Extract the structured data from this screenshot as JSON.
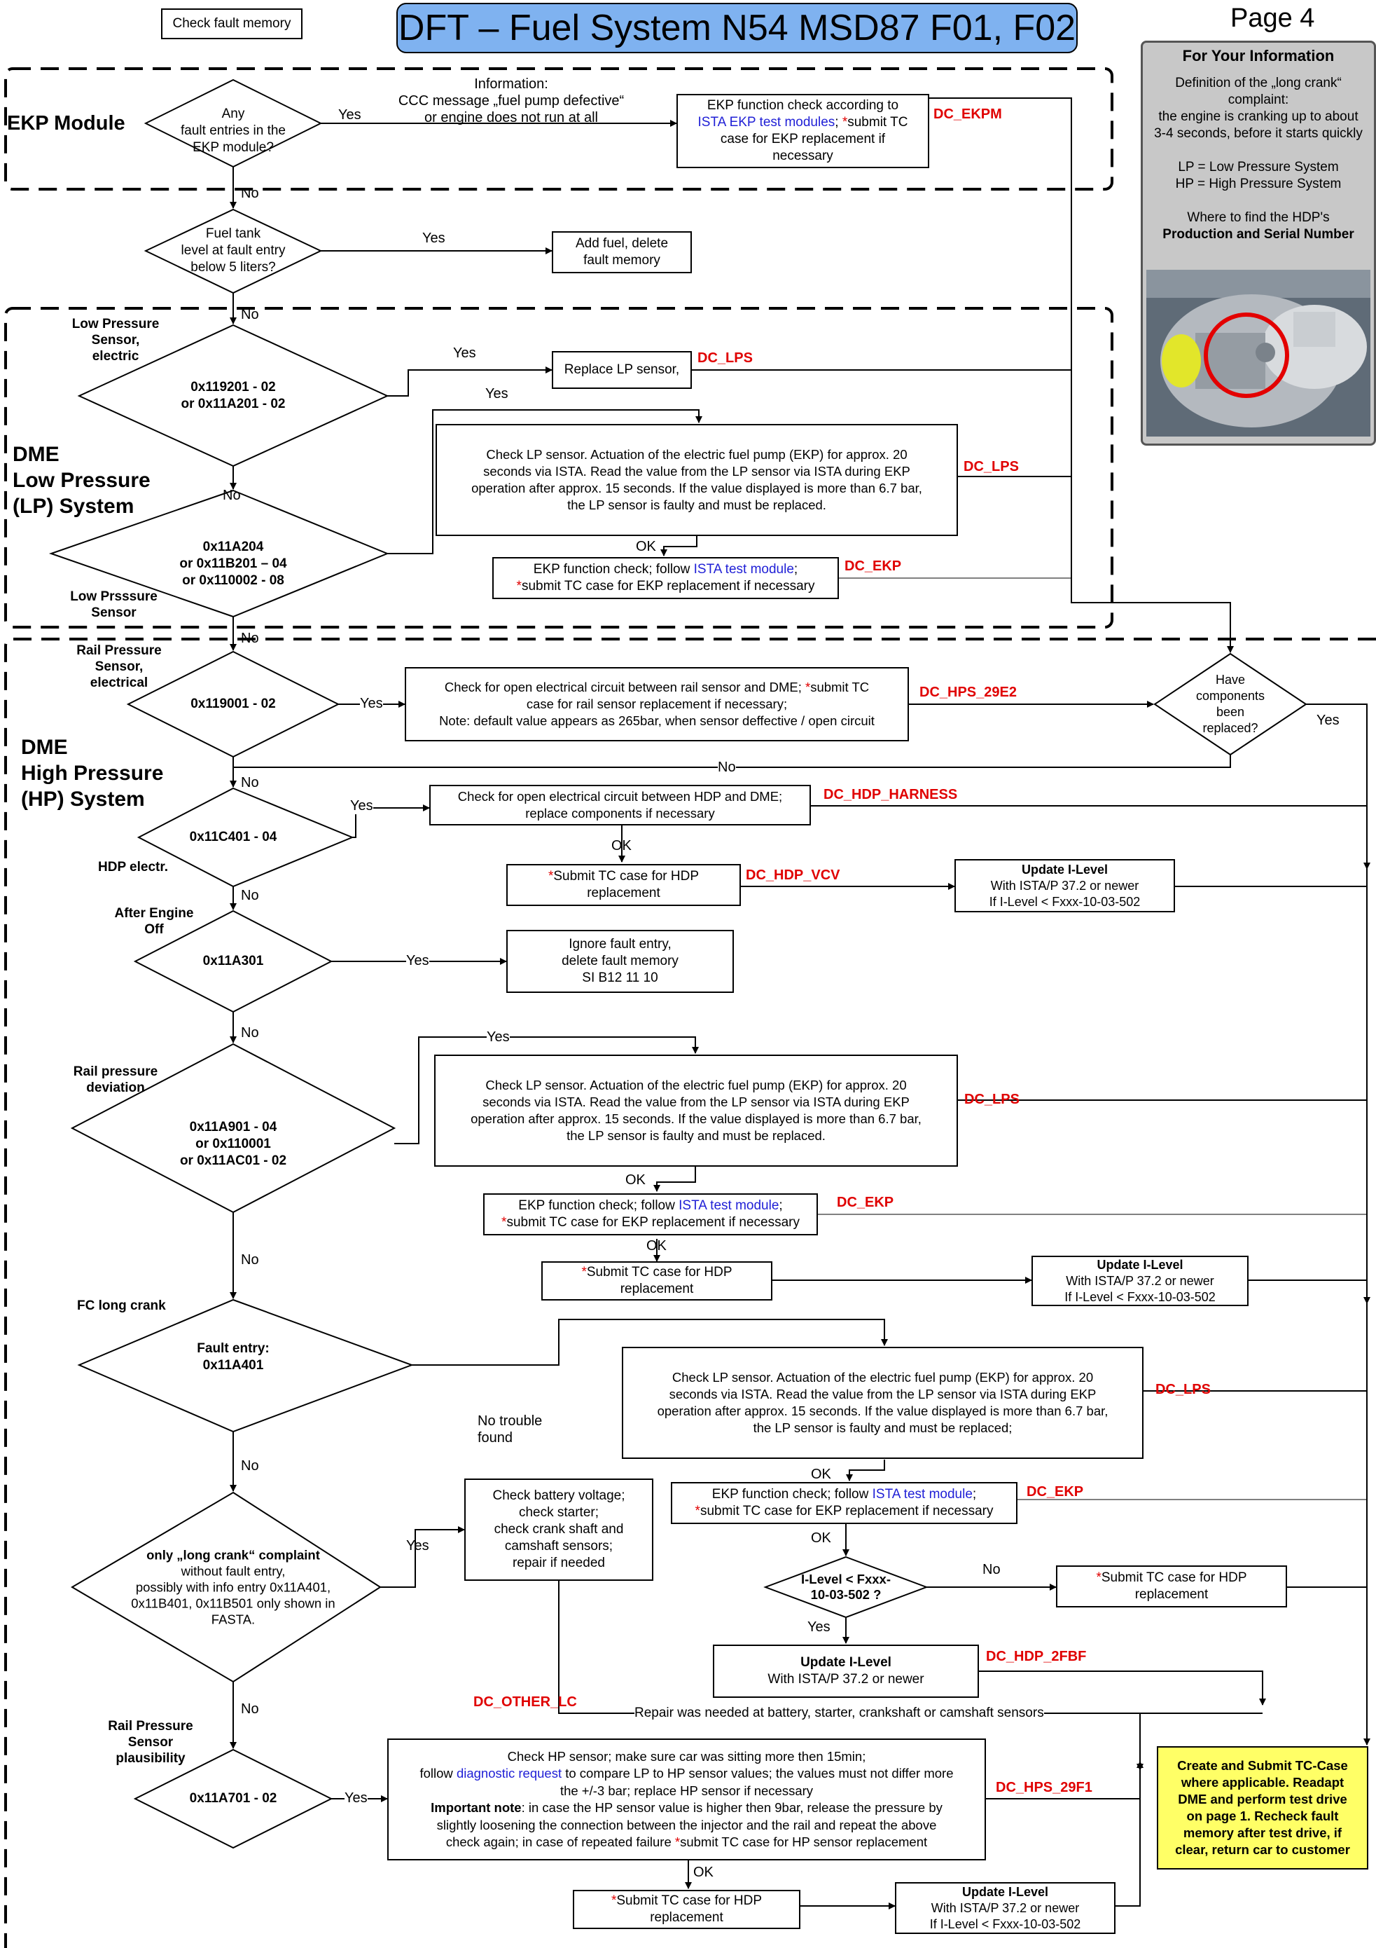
{
  "header": {
    "start_box": "Check fault memory",
    "title": "DFT – Fuel System N54 MSD87 F01, F02",
    "page": "Page 4"
  },
  "info_panel": {
    "heading": "For Your Information",
    "line1": "Definition of the „long crank“",
    "line2": "complaint:",
    "line3": "the engine is cranking up to about",
    "line4": "3-4 seconds, before it starts quickly",
    "lp": "LP = Low Pressure System",
    "hp": "HP = High Pressure System",
    "where": "Where to find the HDP's",
    "where_bold": "Production and Serial Number"
  },
  "sections": {
    "ekp": "EKP Module",
    "lp": [
      "DME",
      "Low Pressure",
      "(LP) System"
    ],
    "hp": [
      "DME",
      "High Pressure",
      "(HP) System"
    ]
  },
  "ekp": {
    "decision": [
      "Any",
      "fault entries in the",
      "EKP module?"
    ],
    "info": [
      "Information:",
      "CCC message „fuel pump defective“",
      "or engine does not run at all"
    ],
    "yes": "Yes",
    "no": "No",
    "action_1": "EKP function check according to",
    "action_link": "ISTA EKP test modules",
    "action_2": "; ",
    "action_star": "*",
    "action_3": "submit TC",
    "action_4": "case for EKP replacement if",
    "action_5": "necessary",
    "code": "DC_EKPM"
  },
  "tank": {
    "decision": [
      "Fuel tank",
      "level at fault entry",
      "below 5 liters?"
    ],
    "yes": "Yes",
    "no": "No",
    "action": [
      "Add fuel, delete",
      "fault memory"
    ]
  },
  "lp_sensor": {
    "label": [
      "Low Pressure",
      "Sensor,",
      "electric"
    ],
    "decision": [
      "0x119201 - 02",
      "or 0x11A201 - 02"
    ],
    "yes": "Yes",
    "action": "Replace LP sensor,",
    "code": "DC_LPS",
    "no": "No"
  },
  "lp_check": {
    "yes": "Yes",
    "text": [
      "Check LP sensor. Actuation of the electric fuel pump (EKP) for approx. 20",
      "seconds via ISTA. Read the value from the LP sensor via ISTA during EKP",
      "operation after approx. 15 seconds. If the value displayed is more than 6.7 bar,",
      "the LP sensor is faulty and must be replaced."
    ],
    "code": "DC_LPS",
    "ok": "OK",
    "ekp_1": "EKP function check; follow ",
    "ekp_link": "ISTA test module",
    "ekp_2": ";",
    "ekp_star": "*",
    "ekp_3": "submit TC case for EKP replacement if necessary",
    "ekp_code": "DC_EKP",
    "decision": [
      "0x11A204",
      "or 0x11B201 – 04",
      "or 0x110002 - 08"
    ],
    "label": [
      "Low Prsssure",
      "Sensor"
    ],
    "no": "No"
  },
  "rail_sensor": {
    "label": [
      "Rail Pressure",
      "Sensor,",
      "electrical"
    ],
    "decision": "0x119001 - 02",
    "yes": "Yes",
    "text_1": "Check for open electrical circuit between rail sensor and DME; ",
    "text_star": "*",
    "text_2": "submit TC",
    "text_3": "case for rail sensor replacement if necessary;",
    "text_4": "Note: default value appears as 265bar, when sensor deffective / open circuit",
    "code": "DC_HPS_29E2",
    "no": "No",
    "no2": "No"
  },
  "replaced": {
    "decision": [
      "Have",
      "components",
      "been",
      "replaced?"
    ],
    "yes": "Yes"
  },
  "hdp_elec": {
    "decision": "0x11C401 - 04",
    "label": "HDP electr.",
    "yes": "Yes",
    "text": [
      "Check for open electrical circuit between HDP and DME;",
      "replace components if necessary"
    ],
    "code": "DC_HDP_HARNESS",
    "ok": "OK",
    "tc_star": "*",
    "tc": [
      "Submit TC case for HDP",
      "replacement"
    ],
    "tc_code": "DC_HDP_VCV",
    "update": [
      "Update I-Level",
      "With ISTA/P 37.2 or newer",
      "If I-Level < Fxxx-10-03-502"
    ],
    "no": "No"
  },
  "after_off": {
    "label": [
      "After Engine",
      "Off"
    ],
    "decision": "0x11A301",
    "yes": "Yes",
    "text": [
      "Ignore fault entry,",
      "delete fault memory",
      "SI B12 11 10"
    ],
    "no": "No"
  },
  "rail_dev": {
    "label": [
      "Rail pressure",
      "deviation"
    ],
    "decision": [
      "0x11A901 - 04",
      "or 0x110001",
      "or 0x11AC01 - 02"
    ],
    "yes": "Yes",
    "text": [
      "Check LP sensor. Actuation of the electric fuel pump (EKP) for approx. 20",
      "seconds via ISTA. Read the value from the LP sensor via ISTA during EKP",
      "operation after approx. 15 seconds. If the value displayed is more than 6.7 bar,",
      "the LP sensor is faulty and must be replaced."
    ],
    "code": "DC_LPS",
    "ok": "OK",
    "ekp_1": "EKP function check; follow ",
    "ekp_link": "ISTA test module",
    "ekp_2": ";",
    "ekp_star": "*",
    "ekp_3": "submit TC case for EKP replacement if necessary",
    "ekp_code": "DC_EKP",
    "ok2": "OK",
    "tc_star": "*",
    "tc": [
      "Submit TC case for HDP",
      "replacement"
    ],
    "update": [
      "Update I-Level",
      "With ISTA/P 37.2 or newer",
      "If I-Level < Fxxx-10-03-502"
    ],
    "no": "No"
  },
  "long_crank": {
    "label": "FC long crank",
    "decision": [
      "Fault entry:",
      "0x11A401"
    ],
    "no_trouble": [
      "No trouble",
      "found"
    ],
    "text": [
      "Check LP sensor. Actuation of the electric fuel pump (EKP) for approx. 20",
      "seconds via ISTA. Read the value from the LP sensor via ISTA during EKP",
      "operation after approx. 15 seconds. If the value displayed is more than 6.7 bar,",
      "the LP sensor is faulty and must be replaced;"
    ],
    "code": "DC_LPS",
    "ok": "OK",
    "ekp_1": "EKP function check; follow ",
    "ekp_link": "ISTA test module",
    "ekp_2": ";",
    "ekp_star": "*",
    "ekp_3": "submit TC case for EKP replacement if necessary",
    "ekp_code": "DC_EKP",
    "ok2": "OK",
    "ilevel": [
      "I-Level < Fxxx-",
      "10-03-502 ?"
    ],
    "no_branch": "No",
    "tc_star": "*",
    "tc": [
      "Submit TC case for HDP",
      "replacement"
    ],
    "yes_branch": "Yes",
    "update": [
      "Update I-Level",
      "With ISTA/P 37.2 or newer"
    ],
    "update_code": "DC_HDP_2FBF",
    "no": "No"
  },
  "only_long_crank": {
    "decision_bold": "only „long crank“ complaint",
    "decision": [
      "without fault entry,",
      "possibly with info entry 0x11A401,",
      "0x11B401, 0x11B501 only shown in",
      "FASTA."
    ],
    "yes": "Yes",
    "battery": [
      "Check battery voltage;",
      "check starter;",
      "check crank shaft and",
      "camshaft sensors;",
      "repair if needed"
    ],
    "other_code": "DC_OTHER_LC",
    "repair_note": "Repair was needed at battery, starter, crankshaft or camshaft sensors",
    "no": "No"
  },
  "rail_plaus": {
    "label": [
      "Rail Pressure",
      "Sensor",
      "plausibility"
    ],
    "decision": "0x11A701 - 02",
    "yes": "Yes",
    "line1": "Check HP sensor; make sure car was sitting more then 15min;",
    "line2a": "follow ",
    "line2_link": "diagnostic request",
    "line2b": " to compare LP to HP sensor values; the values must not differ more",
    "line3": "the +/-3 bar; replace HP sensor if necessary",
    "line4_bold": "Important note",
    "line4": ": in case the HP sensor value is higher then 9bar, release the pressure by",
    "line5": "slightly loosening the connection between the injector and the rail and repeat the above",
    "line6a": "check again; in case of repeated failure ",
    "line6_star": "*",
    "line6b": "submit TC case for HP sensor replacement",
    "code": "DC_HPS_29F1",
    "ok": "OK",
    "tc_star": "*",
    "tc": [
      "Submit TC case for HDP",
      "replacement"
    ],
    "update": [
      "Update I-Level",
      "With ISTA/P 37.2 or newer",
      "If I-Level < Fxxx-10-03-502"
    ]
  },
  "final": [
    "Create and Submit TC-Case",
    "where applicable. Readapt",
    "DME and perform test drive",
    "on page 1. Recheck fault",
    "memory after test drive, if",
    "clear, return car to customer"
  ],
  "colors": {
    "title_bg": "#7fb2f0",
    "info_bg": "#c8c8c8",
    "final_bg": "#ffff66",
    "code": "#e00000",
    "link": "#1f1fd6"
  }
}
